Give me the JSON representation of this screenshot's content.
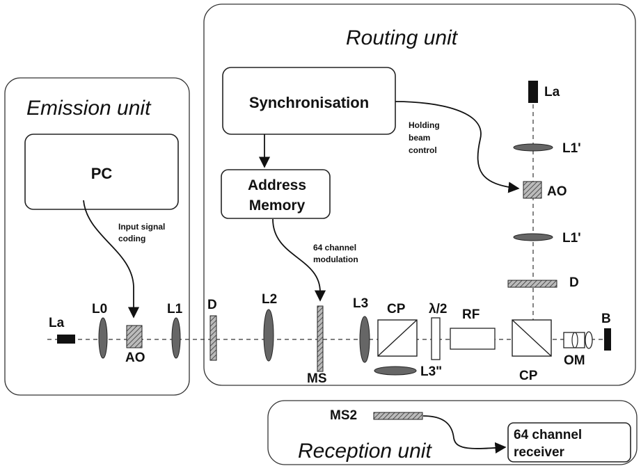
{
  "units": {
    "emission": "Emission unit",
    "routing": "Routing unit",
    "reception": "Reception unit"
  },
  "boxes": {
    "pc": "PC",
    "sync": "Synchronisation",
    "address_line1": "Address",
    "address_line2": "Memory",
    "receiver_line1": "64 channel",
    "receiver_line2": "receiver"
  },
  "annotations": {
    "input_line1": "Input signal",
    "input_line2": "coding",
    "holding_line1": "Holding",
    "holding_line2": "beam",
    "holding_line3": "control",
    "modulation_line1": "64 channel",
    "modulation_line2": "modulation"
  },
  "components": {
    "la_left": "La",
    "l0": "L0",
    "ao_left": "AO",
    "l1": "L1",
    "d_left": "D",
    "l2": "L2",
    "ms": "MS",
    "l3": "L3",
    "cp_left": "CP",
    "l3pp": "L3\"",
    "half_wave": "λ/2",
    "rf": "RF",
    "cp_right": "CP",
    "om": "OM",
    "b": "B",
    "la_top": "La",
    "l1p_top": "L1'",
    "ao_right": "AO",
    "l1p_bottom": "L1'",
    "d_right": "D",
    "ms2": "MS2"
  },
  "colors": {
    "line": "#111111",
    "lens_fill": "#666666"
  }
}
